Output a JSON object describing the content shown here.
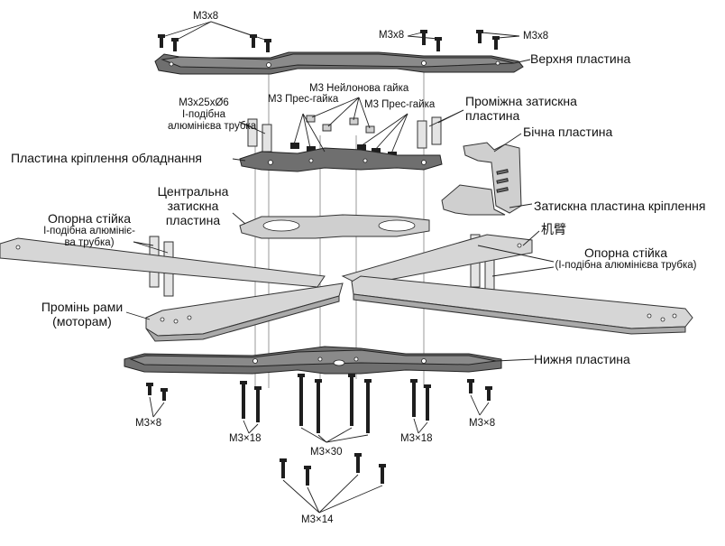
{
  "labels": {
    "m3x8_top_left": "M3x8",
    "m3x8_top_mid": "M3x8",
    "m3x8_top_right": "M3x8",
    "top_plate": "Верхня пластина",
    "nylon_nut": "M3 Нейлонова гайка",
    "press_nut_left": "M3 Прес-гайка",
    "press_nut_right": "M3 Прес-гайка",
    "standoff_spec": [
      "M3x25xØ6",
      "I-подібна",
      "алюмінієва трубка"
    ],
    "mid_clamp_plate": [
      "Проміжна затискна",
      "пластина"
    ],
    "side_plate": "Бічна пластина",
    "equipment_plate": "Пластина кріплення обладнання",
    "center_clamp_plate": [
      "Центральна",
      "затискна",
      "пластина"
    ],
    "mount_clamp_plate": "Затискна пластина кріплення",
    "support_left": [
      "Опорна стійка",
      "I-подібна алюмініє-",
      "ва трубка)"
    ],
    "arm_cn": "机臂",
    "support_right": [
      "Опорна стійка",
      "(I-подібна алюмінієва трубка)"
    ],
    "frame_arm": [
      "Промінь рами",
      "(моторам)"
    ],
    "bottom_plate": "Нижня пластина",
    "m3x8_bottom_left": "M3×8",
    "m3x18_left": "M3×18",
    "m3x30": "M3×30",
    "m3x18_right": "M3×18",
    "m3x8_bottom_right": "M3×8",
    "m3x14": "M3×14"
  }
}
